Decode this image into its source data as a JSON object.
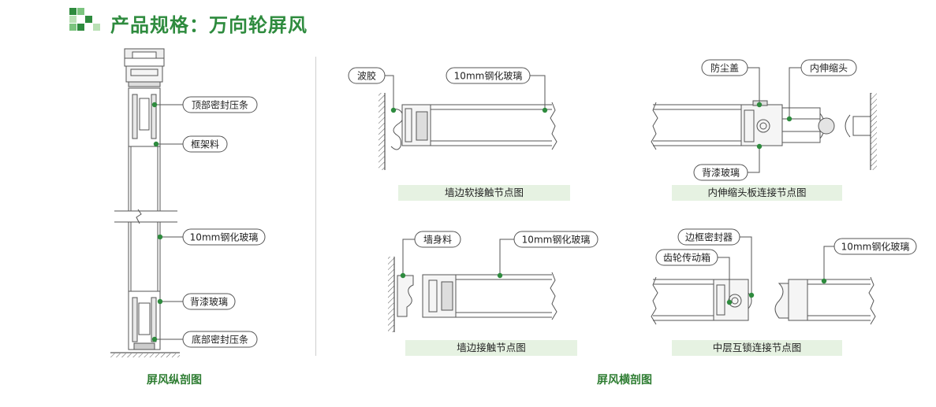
{
  "header": {
    "title": "产品规格：万向轮屏风",
    "brand_color": "#2e8b3e"
  },
  "vertical_section": {
    "callouts": {
      "top_seal": "顶部密封压条",
      "frame": "框架料",
      "glass": "10mm钢化玻璃",
      "back_paint": "背漆玻璃",
      "bottom_seal": "底部密封压条"
    },
    "caption": "屏风纵剖图"
  },
  "horizontal_section": {
    "caption": "屏风横剖图",
    "panels": {
      "wall_soft": {
        "callouts": {
          "rubber": "波胶",
          "glass": "10mm钢化玻璃"
        },
        "caption": "墙边软接触节点图"
      },
      "telescopic": {
        "callouts": {
          "dust_cover": "防尘盖",
          "tele_head": "内伸缩头",
          "back_paint": "背漆玻璃"
        },
        "caption": "内伸缩头板连接节点图"
      },
      "wall_contact": {
        "callouts": {
          "wall_profile": "墙身料",
          "glass": "10mm钢化玻璃"
        },
        "caption": "墙边接触节点图"
      },
      "interlock": {
        "callouts": {
          "edge_seal": "边框密封器",
          "gear_box": "齿轮传动箱",
          "glass": "10mm钢化玻璃"
        },
        "caption": "中层互锁连接节点图"
      }
    }
  },
  "colors": {
    "accent": "#2e8b3e",
    "caption_bg": "#e6f2e2",
    "dot": "#2e8b3e"
  }
}
